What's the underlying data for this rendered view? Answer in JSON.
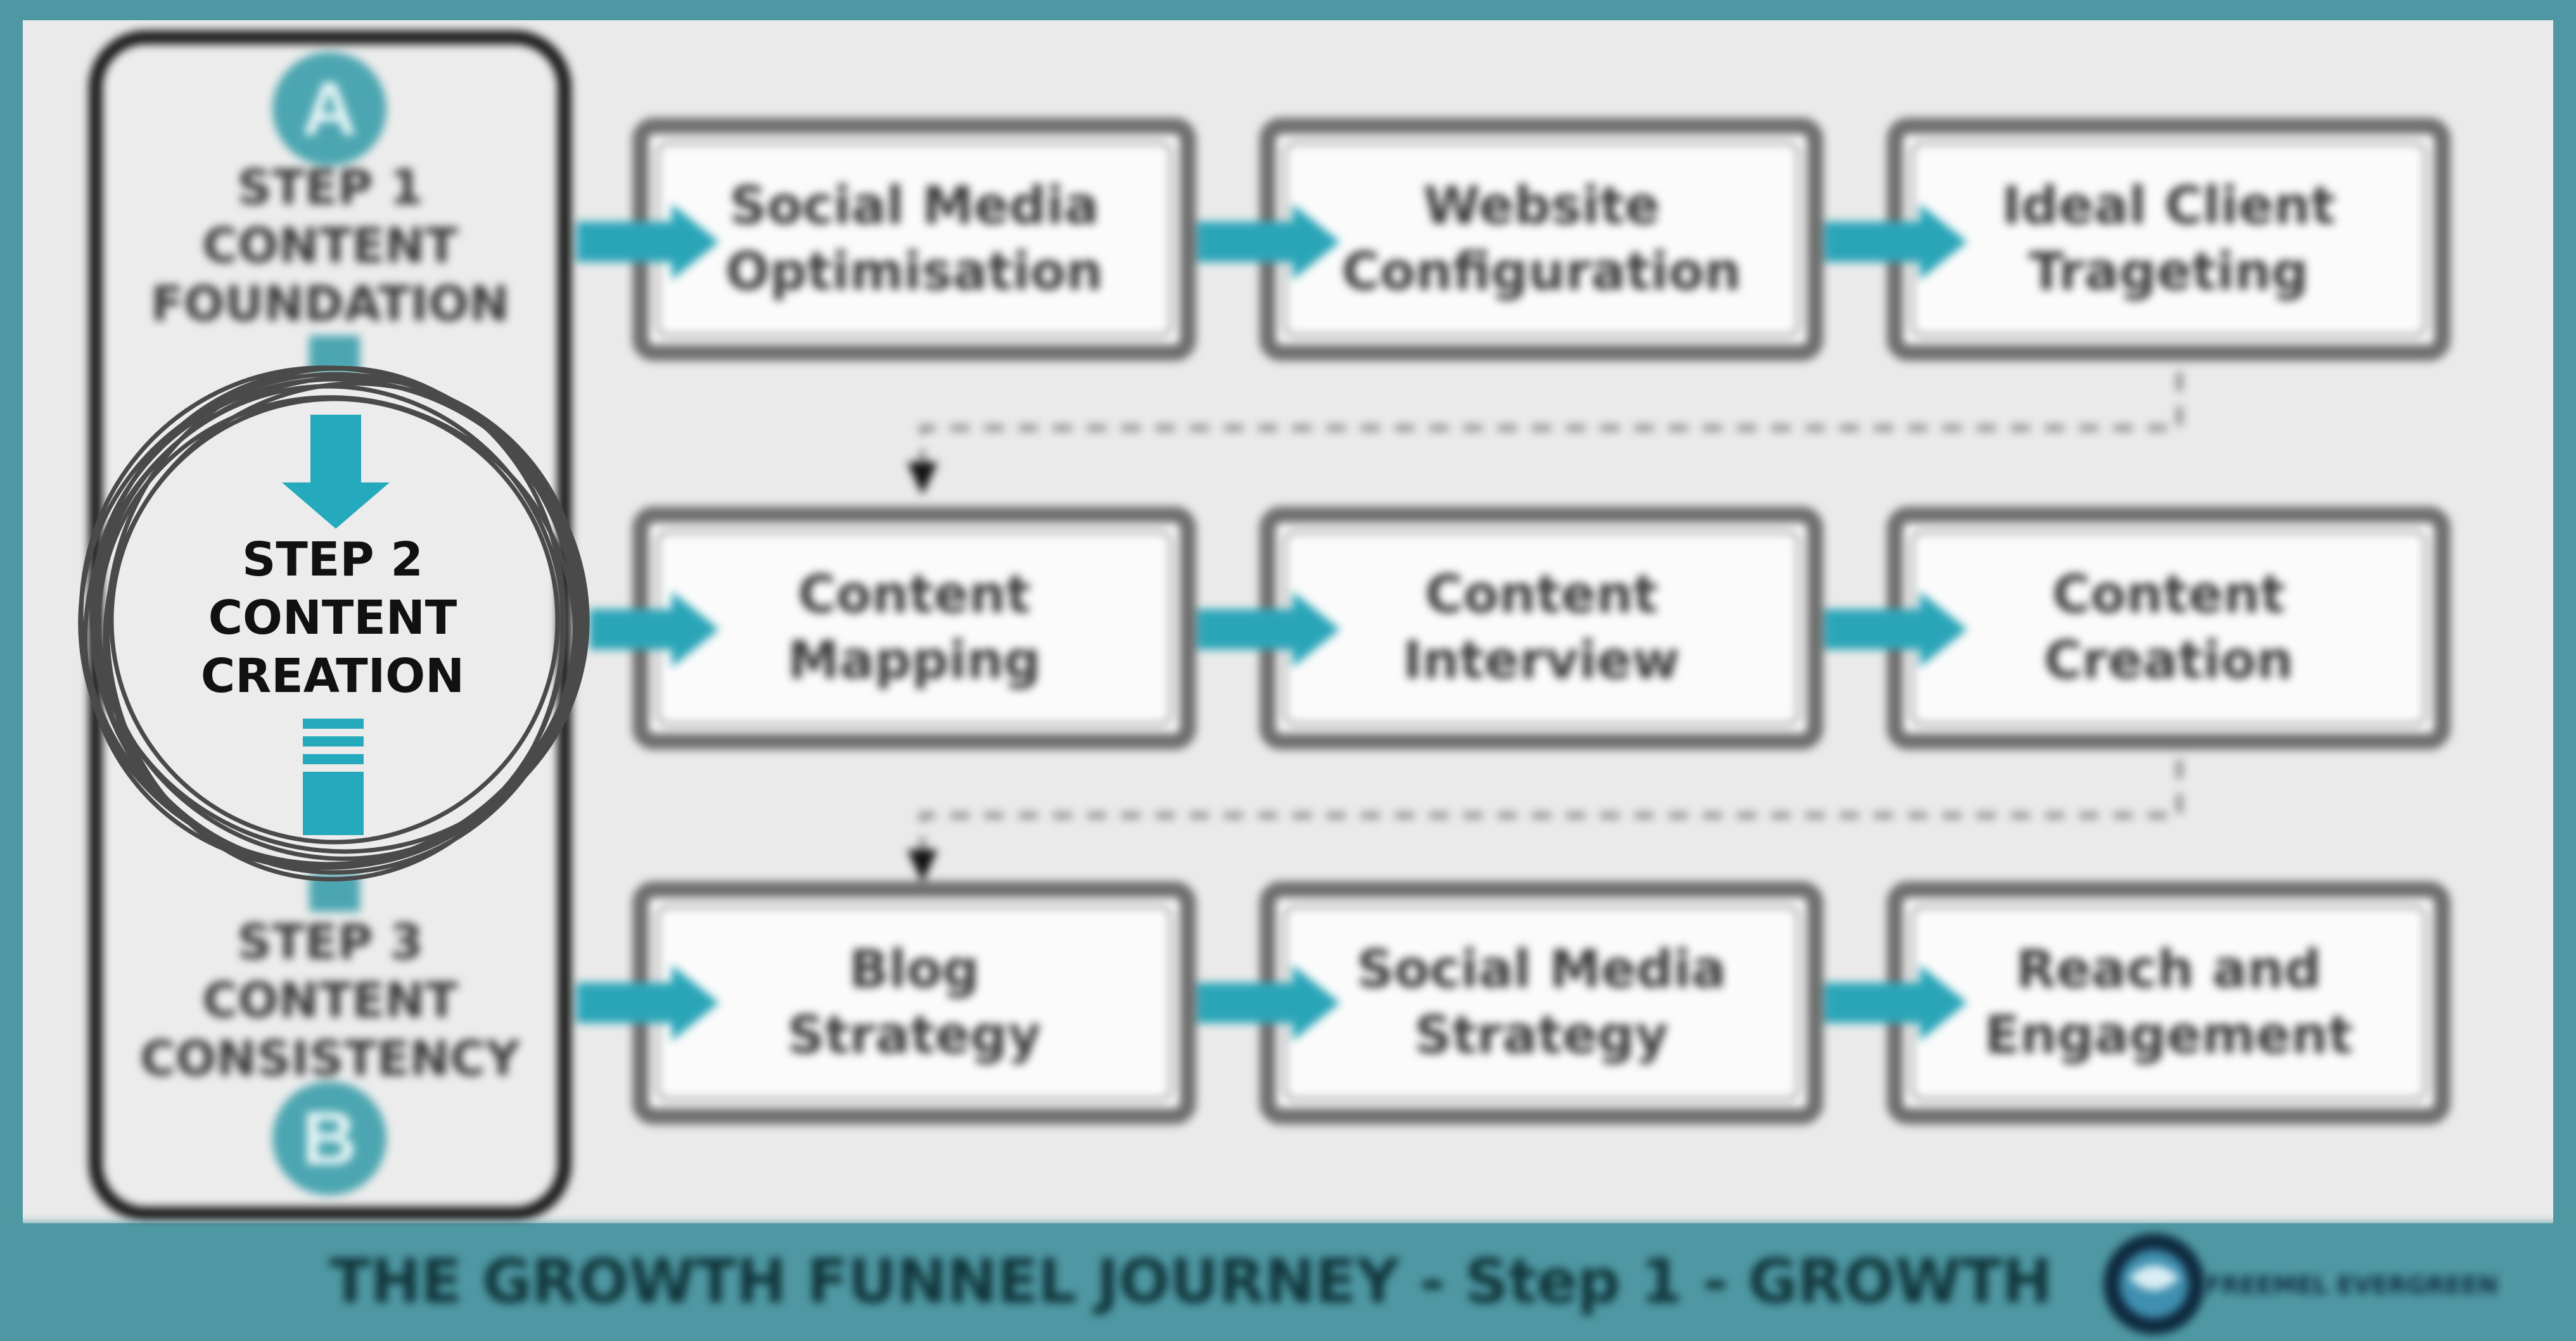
{
  "sidebar": {
    "badge_top": "A",
    "badge_bottom": "B",
    "step1_lines": [
      "STEP 1",
      "CONTENT",
      "FOUNDATION"
    ],
    "step2_lines": [
      "STEP 2",
      "CONTENT",
      "CREATION"
    ],
    "step3_lines": [
      "STEP 3",
      "CONTENT",
      "CONSISTENCY"
    ]
  },
  "rows": [
    {
      "boxes": [
        {
          "lines": [
            "Social Media",
            "Optimisation"
          ]
        },
        {
          "lines": [
            "Website",
            "Configuration"
          ]
        },
        {
          "lines": [
            "Ideal Client",
            "Trageting"
          ]
        }
      ]
    },
    {
      "boxes": [
        {
          "lines": [
            "Content",
            "Mapping"
          ]
        },
        {
          "lines": [
            "Content",
            "Interview"
          ]
        },
        {
          "lines": [
            "Content",
            "Creation"
          ]
        }
      ]
    },
    {
      "boxes": [
        {
          "lines": [
            "Blog",
            "Strategy"
          ]
        },
        {
          "lines": [
            "Social Media",
            "Strategy"
          ]
        },
        {
          "lines": [
            "Reach and",
            "Engagement"
          ]
        }
      ]
    }
  ],
  "footer": {
    "title": "THE GROWTH FUNNEL JOURNEY - Step 1 - GROWTH",
    "logo_text": "FREEMEL EVERGREEN",
    "logo_icon": "globe-logo-icon"
  },
  "colors": {
    "accent": "#4f98a3",
    "badge": "#4ca6b1",
    "arrow": "#2aa5b8",
    "box_border": "#6d6d6d",
    "panel": "#eaeaea",
    "scribble": "#4a4a4a"
  }
}
